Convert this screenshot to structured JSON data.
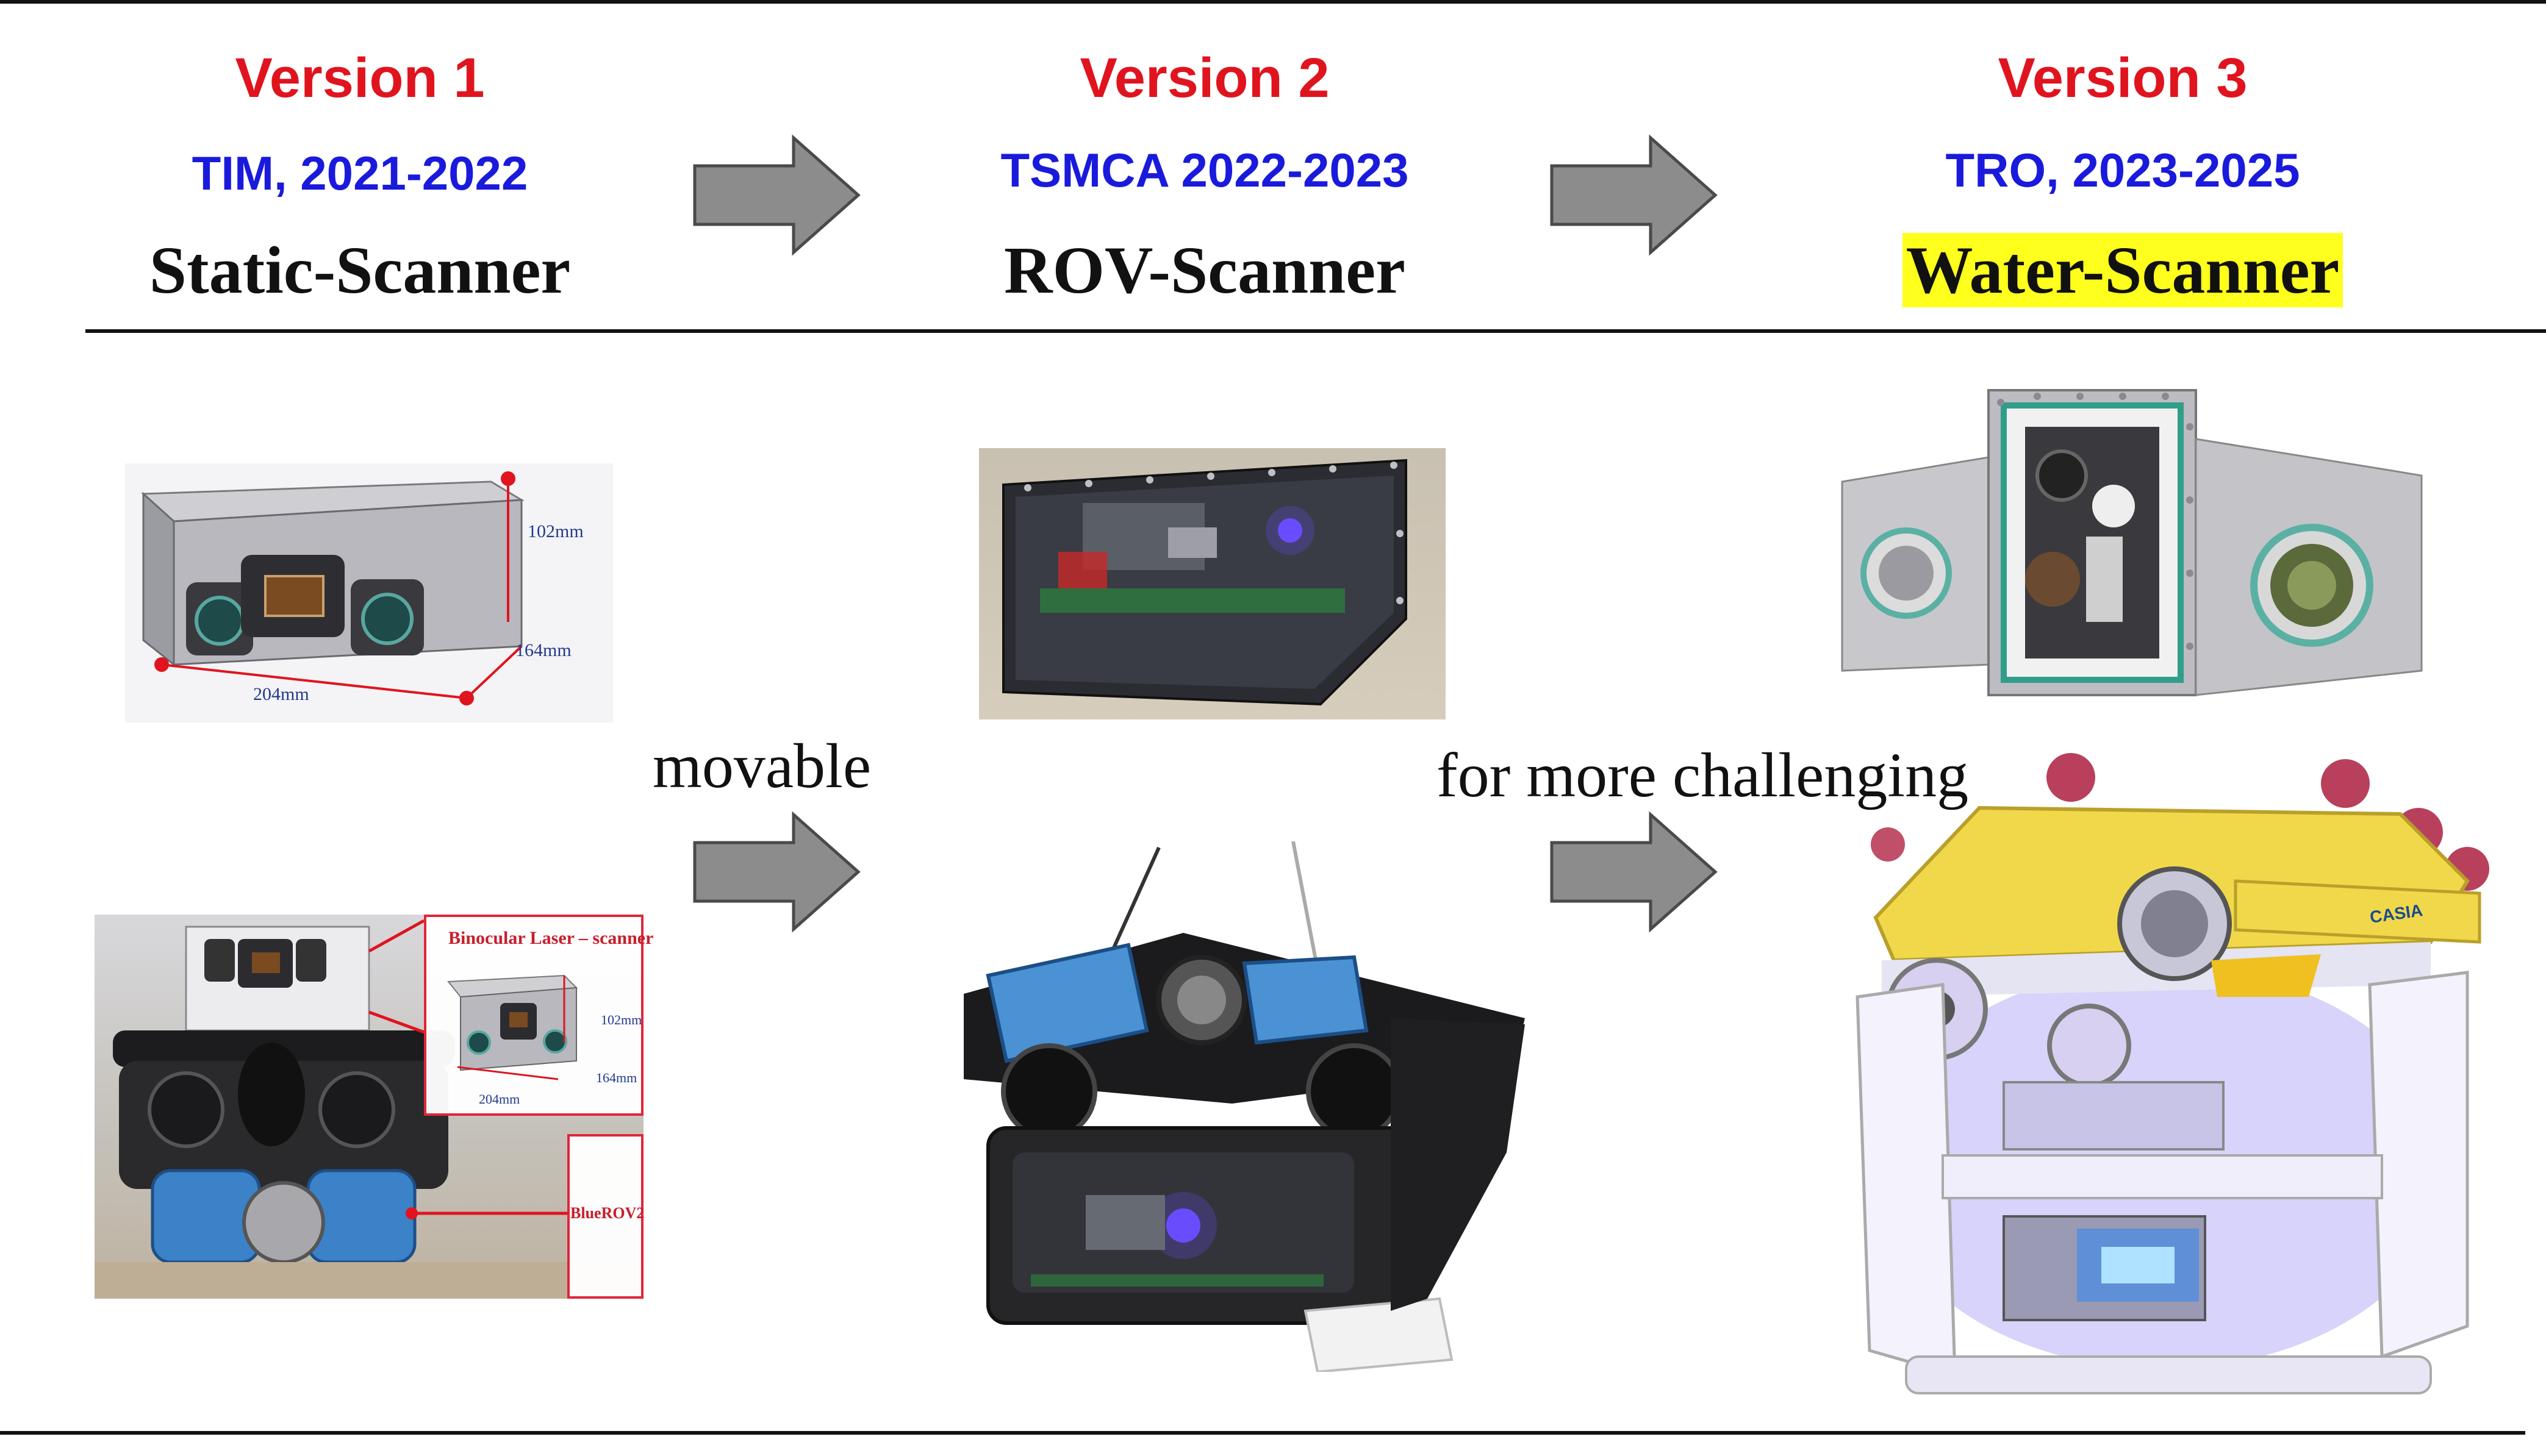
{
  "colors": {
    "version": "#e0141e",
    "venue": "#1a1adc",
    "name": "#111111",
    "highlight": "#ffff1e",
    "arrow_fill": "#8c8c8c",
    "arrow_stroke": "#4a4a4a"
  },
  "versions": [
    {
      "version": "Version 1",
      "venue": "TIM, 2021-2022",
      "name": "Static-Scanner"
    },
    {
      "version": "Version 2",
      "venue": "TSMCA 2022-2023",
      "name": "ROV-Scanner"
    },
    {
      "version": "Version 3",
      "venue": "TRO, 2023-2025",
      "name": "Water-Scanner",
      "highlighted": true
    }
  ],
  "arrows": [
    {
      "icon": "right-arrow-icon"
    },
    {
      "icon": "right-arrow-icon"
    },
    {
      "icon": "right-arrow-icon"
    },
    {
      "icon": "right-arrow-icon"
    }
  ],
  "captions": {
    "movable": "movable",
    "challenging": "for more challenging"
  },
  "v1_scanner_photo": {
    "dims": {
      "height": "102mm",
      "depth": "164mm",
      "width": "204mm"
    }
  },
  "v1_rov_photo": {
    "scanner_label": "Binocular Laser – scanner",
    "rov_label": "BlueROV2",
    "inset_dims": {
      "height": "102mm",
      "depth": "164mm",
      "width": "204mm"
    }
  },
  "v3_rov_photo": {
    "logo_text": "CASIA"
  }
}
